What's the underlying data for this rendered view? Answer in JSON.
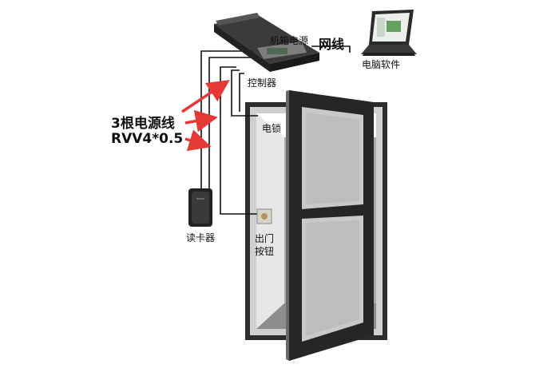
{
  "labels": {
    "power_box": "机箱电源",
    "network": "网线",
    "pc_software": "电脑软件",
    "controller": "控制器",
    "power_wires": "3根电源线",
    "cable_spec": "RVV4*0.5",
    "lock": "电锁",
    "card_reader": "读卡器",
    "exit_button_line1": "出门",
    "exit_button_line2": "按钮"
  },
  "colors": {
    "wire": "#111111",
    "arrow": "#e53935",
    "door_frame": "#2b2b2b",
    "wall_gray": "#b7b7b7"
  }
}
